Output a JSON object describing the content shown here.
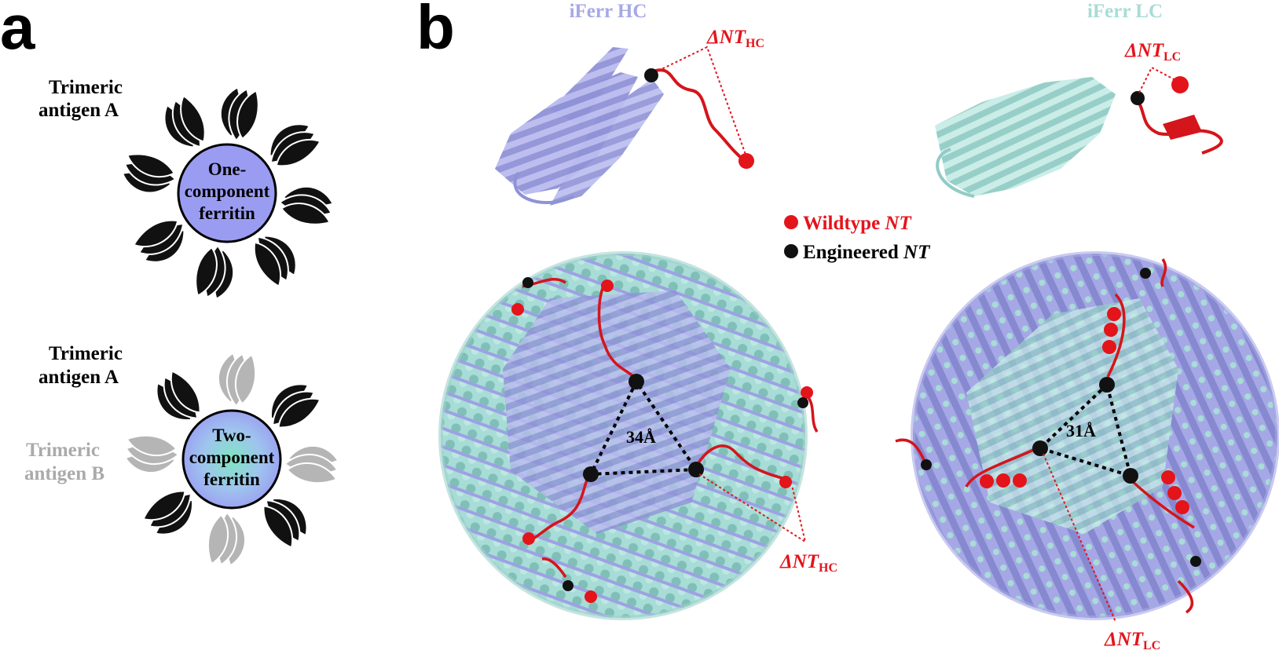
{
  "panels": {
    "a_label": "a",
    "b_label": "b"
  },
  "panel_a": {
    "top": {
      "antigen_label_line1": "Trimeric",
      "antigen_label_line2": "antigen A",
      "core_line1": "One-",
      "core_line2": "component",
      "core_line3": "ferritin",
      "core_color": "#9a9cf2"
    },
    "bottom": {
      "antigen_a_line1": "Trimeric",
      "antigen_a_line2": "antigen A",
      "antigen_b_line1": "Trimeric",
      "antigen_b_line2": "antigen B",
      "core_line1": "Two-",
      "core_line2": "component",
      "core_line3": "ferritin",
      "core_color_outer": "#9a9cf2",
      "core_color_inner": "#7fe0c0"
    },
    "antigen_a_color": "#111111",
    "antigen_b_color": "#b5b5b5"
  },
  "panel_b": {
    "hc_title": "iFerr HC",
    "lc_title": "iFerr LC",
    "hc_color": "#a6a8e6",
    "lc_color": "#a8dcd6",
    "nt_color": "#d4151b",
    "delta_nt": "ΔNT",
    "hc_sub": "HC",
    "lc_sub": "LC",
    "legend": {
      "wildtype_prefix": "Wildtype ",
      "wildtype_suffix": "NT",
      "engineered_prefix": "Engineered ",
      "engineered_suffix": "NT"
    },
    "hc_distance": "34Å",
    "lc_distance": "31Å"
  }
}
